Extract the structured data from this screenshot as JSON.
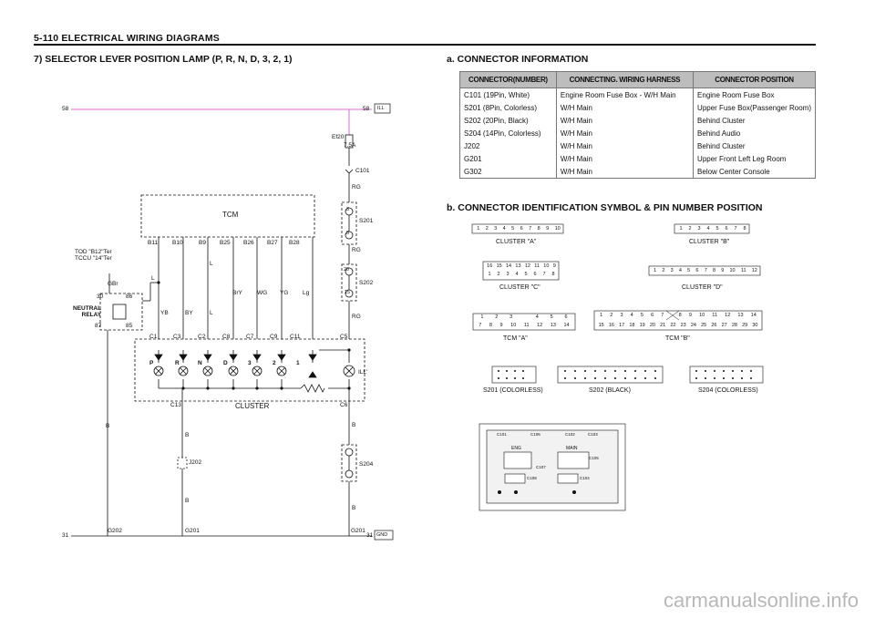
{
  "header": {
    "title": "5-110  ELECTRICAL WIRING DIAGRAMS"
  },
  "section": {
    "title": "7)  SELECTOR LEVER POSITION LAMP (P, R, N, D, 3, 2, 1)"
  },
  "connector_info": {
    "title": "a.  CONNECTOR  INFORMATION",
    "headers": [
      "CONNECTOR(NUMBER)",
      "CONNECTING. WIRING HARNESS",
      "CONNECTOR POSITION"
    ],
    "rows": [
      [
        "C101 (19Pin, White)",
        "Engine Room Fuse Box - W/H Main",
        "Engine Room Fuse Box"
      ],
      [
        "S201 (8Pin, Colorless)",
        "W/H  Main",
        "Upper Fuse Box(Passenger Room)"
      ],
      [
        "S202 (20Pin, Black)",
        "W/H  Main",
        "Behind Cluster"
      ],
      [
        "S204 (14Pin, Colorless)",
        "W/H  Main",
        "Behind Audio"
      ],
      [
        "J202",
        "W/H  Main",
        "Behind Cluster"
      ],
      [
        "G201",
        "W/H  Main",
        "Upper Front Left Leg Room"
      ],
      [
        "G302",
        "W/H  Main",
        "Below Center Console"
      ]
    ]
  },
  "connector_ident": {
    "title": "b.  CONNECTOR  IDENTIFICATION  SYMBOL  &  PIN  NUMBER  POSITION",
    "cluster_a": {
      "caption": "CLUSTER  \"A\"",
      "pins": [
        "1",
        "2",
        "3",
        "4",
        "5",
        "6",
        "7",
        "8",
        "9",
        "10"
      ]
    },
    "cluster_b": {
      "caption": "CLUSTER  \"B\"",
      "pins": [
        "1",
        "2",
        "3",
        "4",
        "5",
        "6",
        "7",
        "8"
      ]
    },
    "cluster_c": {
      "caption": "CLUSTER  \"C\"",
      "top": [
        "16",
        "15",
        "14",
        "13",
        "12",
        "11",
        "10",
        "9"
      ],
      "bottom": [
        "1",
        "2",
        "3",
        "4",
        "5",
        "6",
        "7",
        "8"
      ]
    },
    "cluster_d": {
      "caption": "CLUSTER  \"D\"",
      "pins": [
        "1",
        "2",
        "3",
        "4",
        "5",
        "6",
        "7",
        "8",
        "9",
        "10",
        "11",
        "12"
      ]
    },
    "tcm_a": {
      "caption": "TCM  \"A\"",
      "top": [
        "1",
        "2",
        "3",
        "",
        "4",
        "5",
        "6"
      ],
      "bottom": [
        "7",
        "8",
        "9",
        "10",
        "11",
        "12",
        "13",
        "14"
      ]
    },
    "tcm_b": {
      "caption": "TCM  \"B\"",
      "top": [
        "1",
        "2",
        "3",
        "4",
        "5",
        "6",
        "7",
        "",
        "8",
        "9",
        "10",
        "11",
        "12",
        "13",
        "14"
      ],
      "bottom": [
        "15",
        "16",
        "17",
        "18",
        "19",
        "20",
        "21",
        "22",
        "23",
        "24",
        "25",
        "26",
        "27",
        "28",
        "29",
        "30"
      ]
    },
    "s201": {
      "caption": "S201  (COLORLESS)"
    },
    "s202": {
      "caption": "S202  (BLACK)"
    },
    "s204": {
      "caption": "S204  (COLORLESS)"
    },
    "fusebox": {
      "labels": [
        "C101",
        "C102",
        "C103",
        "C104",
        "C105",
        "C106",
        "C107",
        "C108",
        "ENG",
        "MAIN"
      ]
    }
  },
  "diagram": {
    "left_58": "58",
    "right_58": "58",
    "ill_tag": "ILL",
    "fuse_name": "Ef20",
    "fuse_rating": "7.5A",
    "c101": "C101",
    "rg1": "RG",
    "rg2": "RG",
    "rg3": "RG",
    "s201": "S201",
    "s202": "S202",
    "s204": "S204",
    "s201_pin_a": "3",
    "s201_pin_b": "5",
    "s202_pin_a": "20",
    "s202_pin_b": "15",
    "tcm_label": "TCM",
    "tcm_pins": [
      "B11",
      "B10",
      "B9",
      "B25",
      "B26",
      "B27",
      "B28"
    ],
    "wire_l": "L",
    "wire_l2": "L",
    "wire_gbr": "GBr",
    "wire_bry": "BrY",
    "wire_wg": "WG",
    "wire_yg": "YG",
    "wire_lg": "Lg",
    "wire_yb": "YB",
    "wire_by": "BY",
    "wire_l3": "L",
    "tod_note": "TOD \"B12\"Ter\nTCCU \"14\"Ter",
    "relay_label": "NEUTRAL\nRELAY",
    "relay_pins": [
      "30",
      "86",
      "87",
      "85"
    ],
    "cluster_pins": [
      "C1",
      "C3",
      "C2",
      "C8",
      "C7",
      "C9",
      "C11",
      "C5"
    ],
    "lamp_labels": [
      "P",
      "R",
      "N",
      "D",
      "3",
      "2",
      "1"
    ],
    "ill_label": "ILL'",
    "cluster_label": "CLUSTER",
    "c13": "C13",
    "c6": "C6",
    "wire_b1": "B",
    "wire_b2": "B",
    "wire_b3": "B",
    "wire_b4": "B",
    "wire_b5": "B",
    "j202": "J202",
    "left_31": "31",
    "right_31": "31",
    "gnd_tag": "GND",
    "g202": "G202",
    "g201a": "G201",
    "g201b": "G201"
  },
  "colors": {
    "ill_line": "#e06ad8",
    "table_header": "#bdbdbd"
  },
  "watermark": "carmanualsonline.info"
}
